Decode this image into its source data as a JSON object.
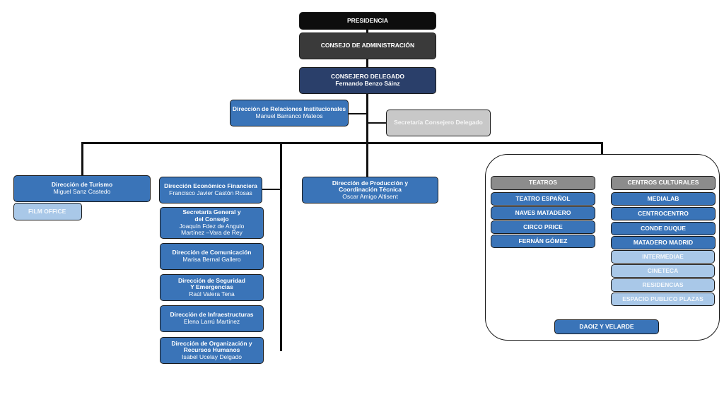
{
  "presidencia": "PRESIDENCIA",
  "consejo": "CONSEJO DE ADMINISTRACIÓN",
  "consejero": {
    "title": "CONSEJERO DELEGADO",
    "name": "Fernando Benzo Sáinz"
  },
  "relaciones": {
    "title": "Dirección de Relaciones Institucionales",
    "name": "Manuel Barranco Mateos"
  },
  "secretaria_cd": "Secretaría Consejero Delegado",
  "turismo": {
    "title": "Dirección de Turismo",
    "name": "Miguel Sanz Castedo"
  },
  "film_office": "FILM OFFICE",
  "economico": {
    "title": "Dirección Económico  Financiera",
    "name": "Francisco Javier Castón Rosas"
  },
  "secretaria_general": {
    "title1": "Secretaría General y",
    "title2": "del Consejo",
    "name1": "Joaquín Fdez de Angulo",
    "name2": "Martínez –Vara de Rey"
  },
  "comunicacion": {
    "title": "Dirección de Comunicación",
    "name": "Marisa Bernal Gallero"
  },
  "seguridad": {
    "title1": "Dirección de Seguridad",
    "title2": "Y Emergencias",
    "name": "Raúl Valera Tena"
  },
  "infraestructuras": {
    "title": "Dirección de Infraestructuras",
    "name": "Elena Larrú Martínez"
  },
  "organizacion": {
    "title1": "Dirección de Organización y",
    "title2": "Recursos Humanos",
    "name": "Isabel Ucelay Delgado"
  },
  "produccion": {
    "title1": "Dirección de Producción y",
    "title2": "Coordinación Técnica",
    "name": "Oscar Amigo Altisent"
  },
  "teatros": {
    "header": "TEATROS",
    "items": [
      "TEATRO ESPAÑOL",
      "NAVES MATADERO",
      "CIRCO PRICE",
      "FERNÁN GÓMEZ"
    ]
  },
  "centros": {
    "header": "CENTROS CULTURALES",
    "items": [
      "MEDIALAB",
      "CENTROCENTRO",
      "CONDE DUQUE",
      "MATADERO MADRID"
    ],
    "light_items": [
      "INTERMEDIAE",
      "CINETECA",
      "RESIDENCIAS",
      "ESPACIO PUBLICO PLAZAS"
    ]
  },
  "daoiz": "DAOIZ Y VELARDE",
  "colors": {
    "blue": "#3a74b8",
    "navy": "#2a3f6a",
    "black": "#0d0d0d",
    "dark": "#3a3a3a",
    "gray": "#c8c8c8",
    "light": "#a9c8e8"
  }
}
